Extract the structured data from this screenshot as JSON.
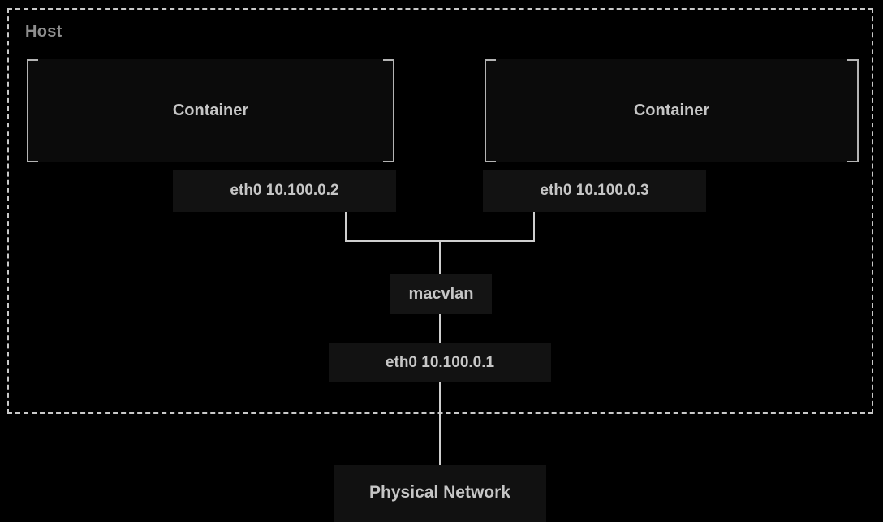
{
  "diagram": {
    "title_context": "macvlan network diagram",
    "host": {
      "label": "Host"
    },
    "nodes": {
      "container1": "Container",
      "container2": "Container",
      "eth_container1": "eth0 10.100.0.2",
      "eth_container2": "eth0 10.100.0.3",
      "macvlan": "macvlan",
      "eth_host": "eth0 10.100.0.1",
      "physical_network": "Physical Network"
    },
    "edges": [
      {
        "from": "eth_container1",
        "to": "macvlan"
      },
      {
        "from": "eth_container2",
        "to": "macvlan"
      },
      {
        "from": "macvlan",
        "to": "eth_host"
      },
      {
        "from": "eth_host",
        "to": "physical_network"
      }
    ],
    "ip_addresses": [
      "10.100.0.2",
      "10.100.0.3",
      "10.100.0.1"
    ],
    "interface_name": "eth0"
  },
  "colors": {
    "background": "#000000",
    "host_border": "#c9c9c9",
    "host_label_text": "#8e8e8e",
    "node_text": "#c6c6c6",
    "container_fill": "#0b0b0b",
    "label_fill": "#121212",
    "bracket": "#b4b4b4",
    "connector_line": "#cfcfcf"
  }
}
